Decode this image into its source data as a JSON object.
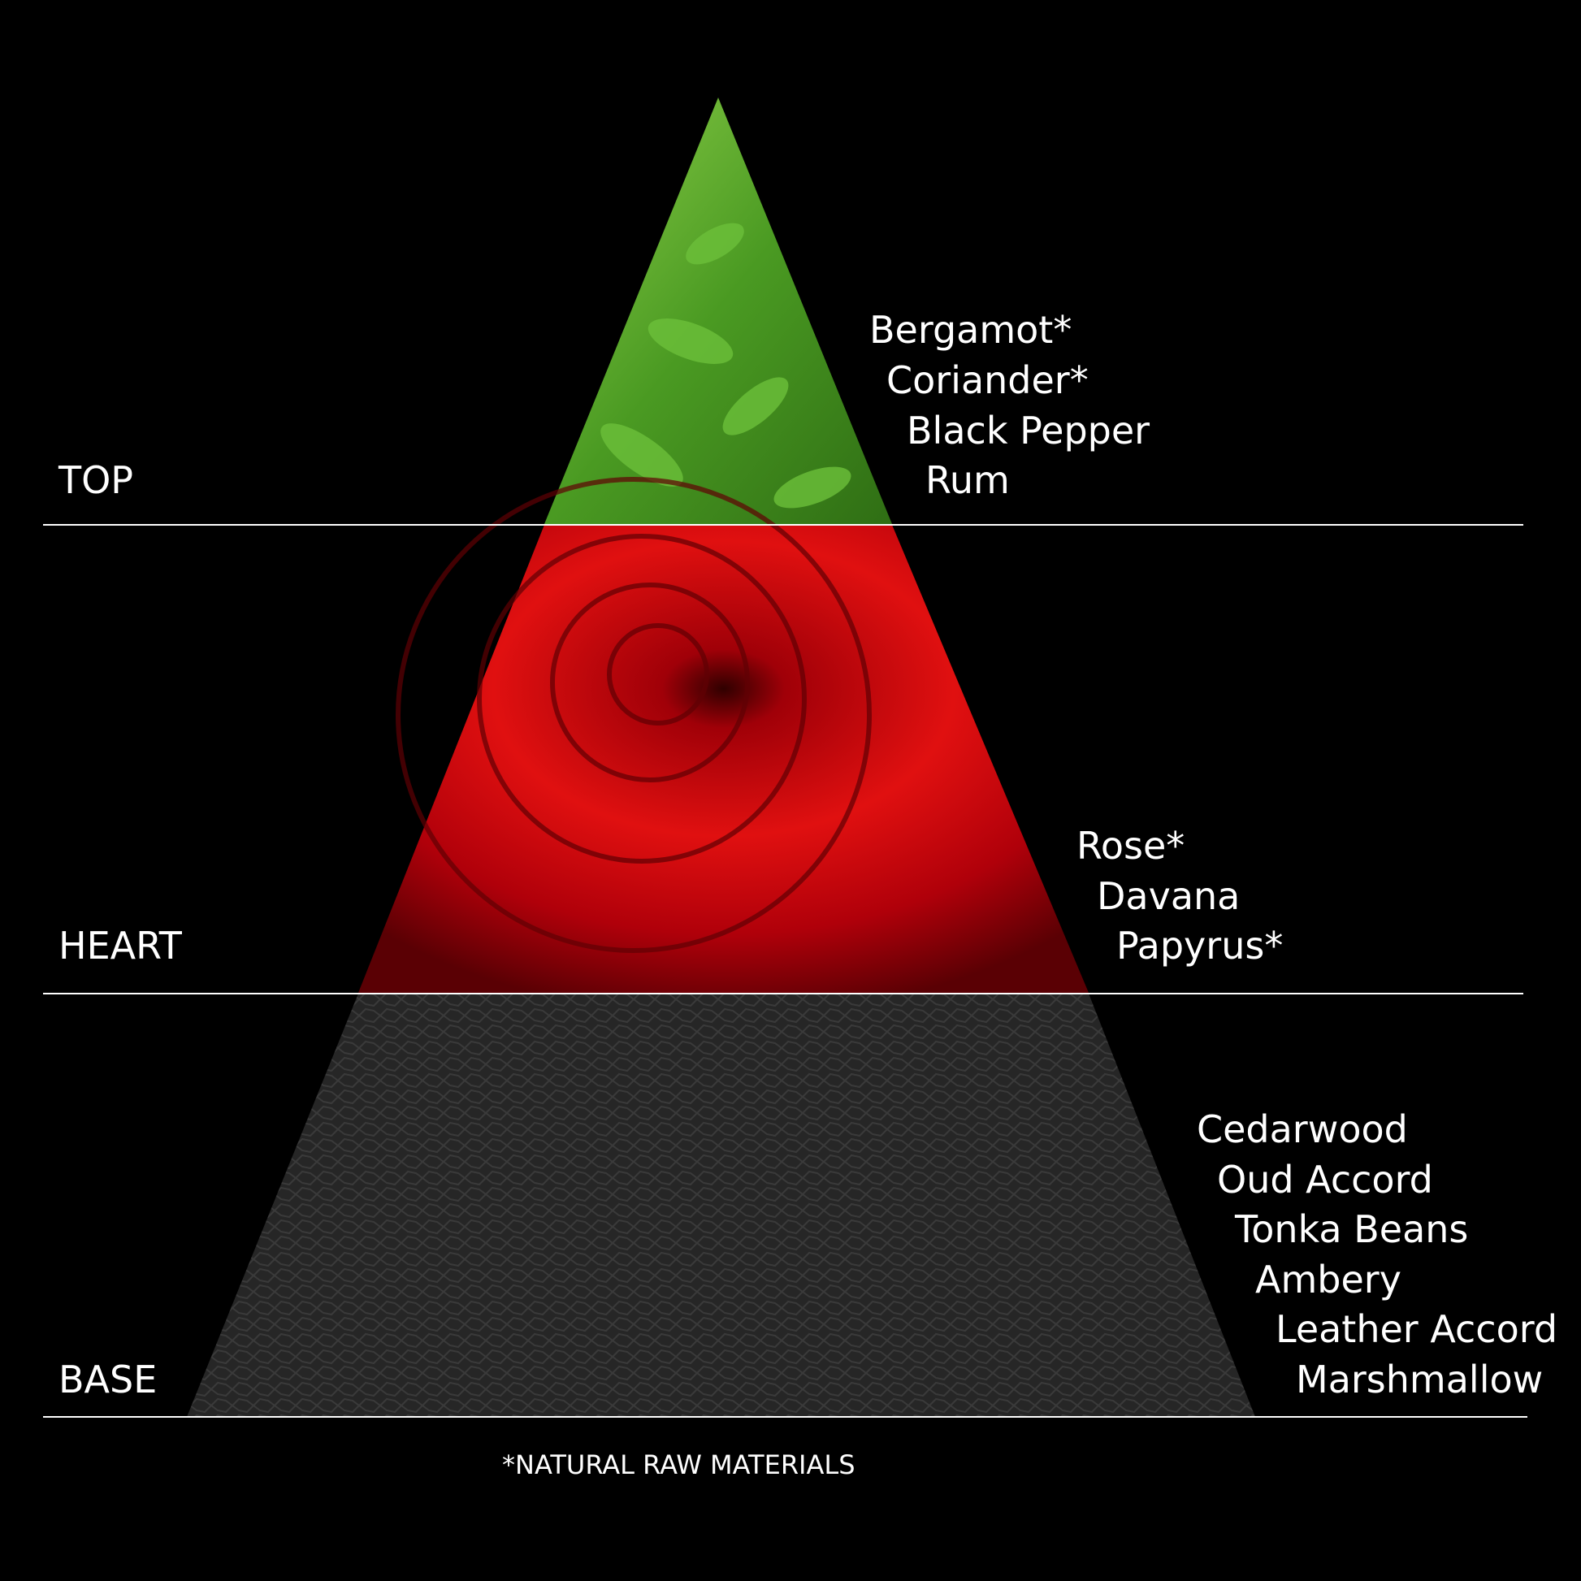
{
  "tiers": {
    "top": {
      "label": "TOP",
      "notes": [
        "Bergamot*",
        "Coriander*",
        "Black Pepper",
        "Rum"
      ]
    },
    "heart": {
      "label": "HEART",
      "notes": [
        "Rose*",
        "Davana",
        "Papyrus*"
      ]
    },
    "base": {
      "label": "BASE",
      "notes": [
        "Cedarwood",
        "Oud Accord",
        "Tonka Beans",
        "Ambery",
        "Leather Accord",
        "Marshmallow"
      ]
    }
  },
  "footnote": "*NATURAL RAW MATERIALS",
  "colors": {
    "background": "#000000",
    "text": "#ffffff",
    "top": "#5aa82a",
    "heart": "#c8000a",
    "base": "#2a2a2a"
  }
}
